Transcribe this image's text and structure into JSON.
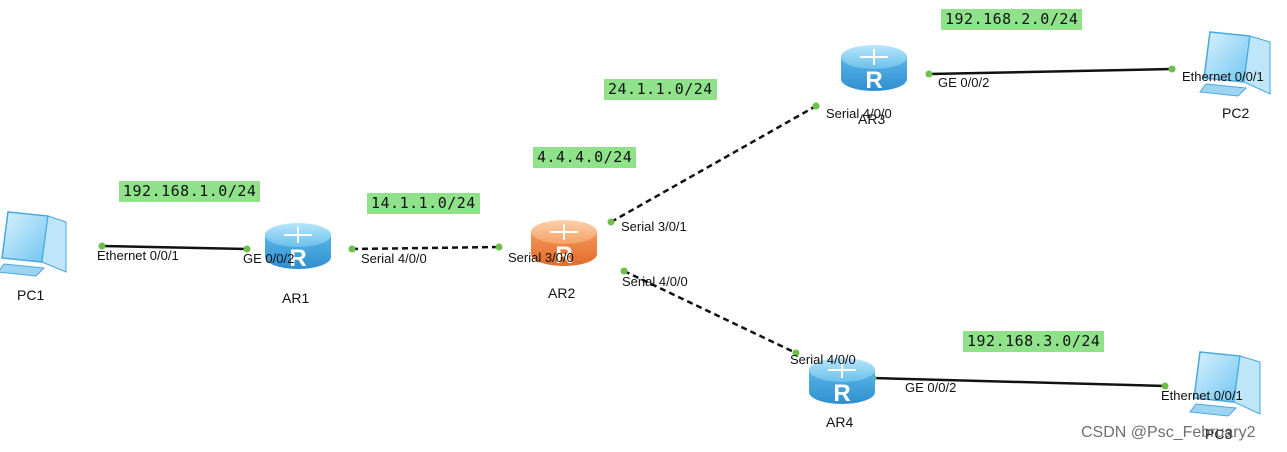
{
  "networks": {
    "lan1": "192.168.1.0/24",
    "link_ar1_ar2": "14.1.1.0/24",
    "loopback_ar2": "4.4.4.0/24",
    "link_ar2_ar3": "24.1.1.0/24",
    "lan2": "192.168.2.0/24",
    "lan3": "192.168.3.0/24"
  },
  "devices": {
    "pc1": "PC1",
    "pc2": "PC2",
    "pc3": "PC3",
    "ar1": "AR1",
    "ar2": "AR2",
    "ar3": "AR3",
    "ar4": "AR4"
  },
  "ports": {
    "pc1_eth": "Ethernet 0/0/1",
    "ar1_ge": "GE 0/0/2",
    "ar1_serial": "Serial 4/0/0",
    "ar2_serial_300": "Serial 3/0/0",
    "ar2_serial_301": "Serial 3/0/1",
    "ar2_serial_400": "Serial 4/0/0",
    "ar3_serial": "Serial 4/0/0",
    "ar3_ge": "GE 0/0/2",
    "pc2_eth": "Ethernet 0/0/1",
    "ar4_serial": "Serial 4/0/0",
    "ar4_ge": "GE 0/0/2",
    "pc3_eth": "Ethernet 0/0/1"
  },
  "watermark": "CSDN @Psc_February2",
  "colors": {
    "net_label_bg": "#8fe28a",
    "router_blue": "#5ab4e8",
    "router_orange": "#f28c4c",
    "port_dot": "#6cc04a"
  }
}
